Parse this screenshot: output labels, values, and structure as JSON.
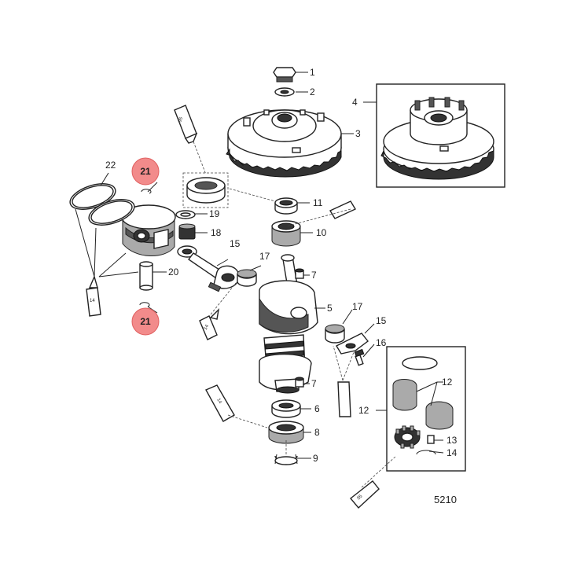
{
  "figure": {
    "number": "5210"
  },
  "callouts": {
    "c1": "1",
    "c2": "2",
    "c3": "3",
    "c4": "4",
    "c5": "5",
    "c6": "6",
    "c7a": "7",
    "c7b": "7",
    "c8": "8",
    "c9": "9",
    "c10": "10",
    "c11": "11",
    "c12a": "12",
    "c12b": "12",
    "c13": "13",
    "c14": "14",
    "c15a": "15",
    "c15b": "15",
    "c16": "16",
    "c17a": "17",
    "c17b": "17",
    "c18": "18",
    "c19": "19",
    "c20": "20",
    "c21a": "21",
    "c21b": "21",
    "c22": "22"
  },
  "tubes": {
    "t95a": "95",
    "t95b": "95",
    "t14a": "14",
    "t14b": "14",
    "t14c": "14"
  },
  "colors": {
    "highlight": "#f28b8b",
    "highlight_stroke": "#e06060",
    "line": "#222222"
  }
}
